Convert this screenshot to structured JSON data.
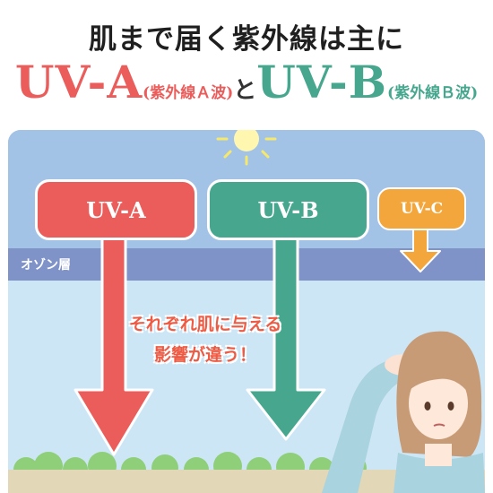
{
  "heading": {
    "line1": "肌まで届く紫外線は主に",
    "uva_big": "UV-A",
    "uva_paren": "(紫外線Ａ波)",
    "and": "と",
    "uvb_big": "UV-B",
    "uvb_paren": "(紫外線Ｂ波)"
  },
  "scene": {
    "ozone_label": "オゾン層",
    "uva_label": "UV-A",
    "uvb_label": "UV-B",
    "uvc_label": "UV-C",
    "note_line1": "それぞれ肌に与える",
    "note_line2": "影響が違う！"
  },
  "colors": {
    "uva": "#ea5d5b",
    "uvb": "#46a78e",
    "uvc": "#f3a63b",
    "ozone": "#7f93c9",
    "sky": "#a3c3e6"
  },
  "icons": [
    "sun-icon",
    "woman-illustration"
  ]
}
